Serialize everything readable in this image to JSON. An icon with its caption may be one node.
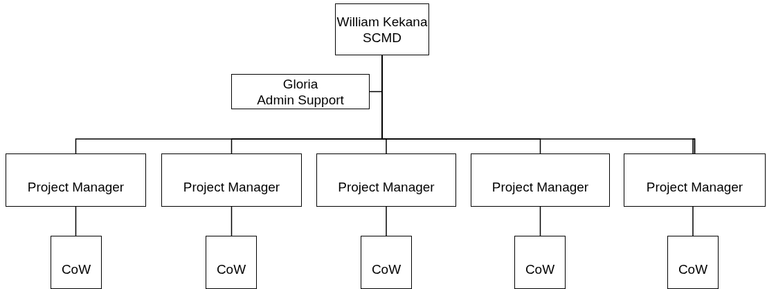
{
  "diagram": {
    "nodes": [
      {
        "text": [
          "William Kekana",
          "SCMD"
        ]
      },
      {
        "text": [
          "Gloria",
          "Admin Support"
        ]
      },
      {
        "text": [
          "Project Manager"
        ]
      },
      {
        "text": [
          "Project Manager"
        ]
      },
      {
        "text": [
          "Project Manager"
        ]
      },
      {
        "text": [
          "Project Manager"
        ]
      },
      {
        "text": [
          "Project Manager"
        ]
      },
      {
        "text": [
          "CoW"
        ]
      },
      {
        "text": [
          "CoW"
        ]
      },
      {
        "text": [
          "CoW"
        ]
      },
      {
        "text": [
          "CoW"
        ]
      },
      {
        "text": [
          "CoW"
        ]
      }
    ],
    "edges": [
      {
        "from": 0,
        "to": 1,
        "arrow": "none"
      },
      {
        "from": 0,
        "to": 2,
        "arrow": "none"
      },
      {
        "from": 0,
        "to": 3,
        "arrow": "none"
      },
      {
        "from": 0,
        "to": 4,
        "arrow": "none"
      },
      {
        "from": 0,
        "to": 5,
        "arrow": "none"
      },
      {
        "from": 0,
        "to": 6,
        "arrow": "none"
      },
      {
        "from": 2,
        "to": 7,
        "arrow": "none"
      },
      {
        "from": 3,
        "to": 8,
        "arrow": "none"
      },
      {
        "from": 4,
        "to": 9,
        "arrow": "none"
      },
      {
        "from": 5,
        "to": 10,
        "arrow": "none"
      },
      {
        "from": 6,
        "to": 11,
        "arrow": "none"
      }
    ]
  }
}
